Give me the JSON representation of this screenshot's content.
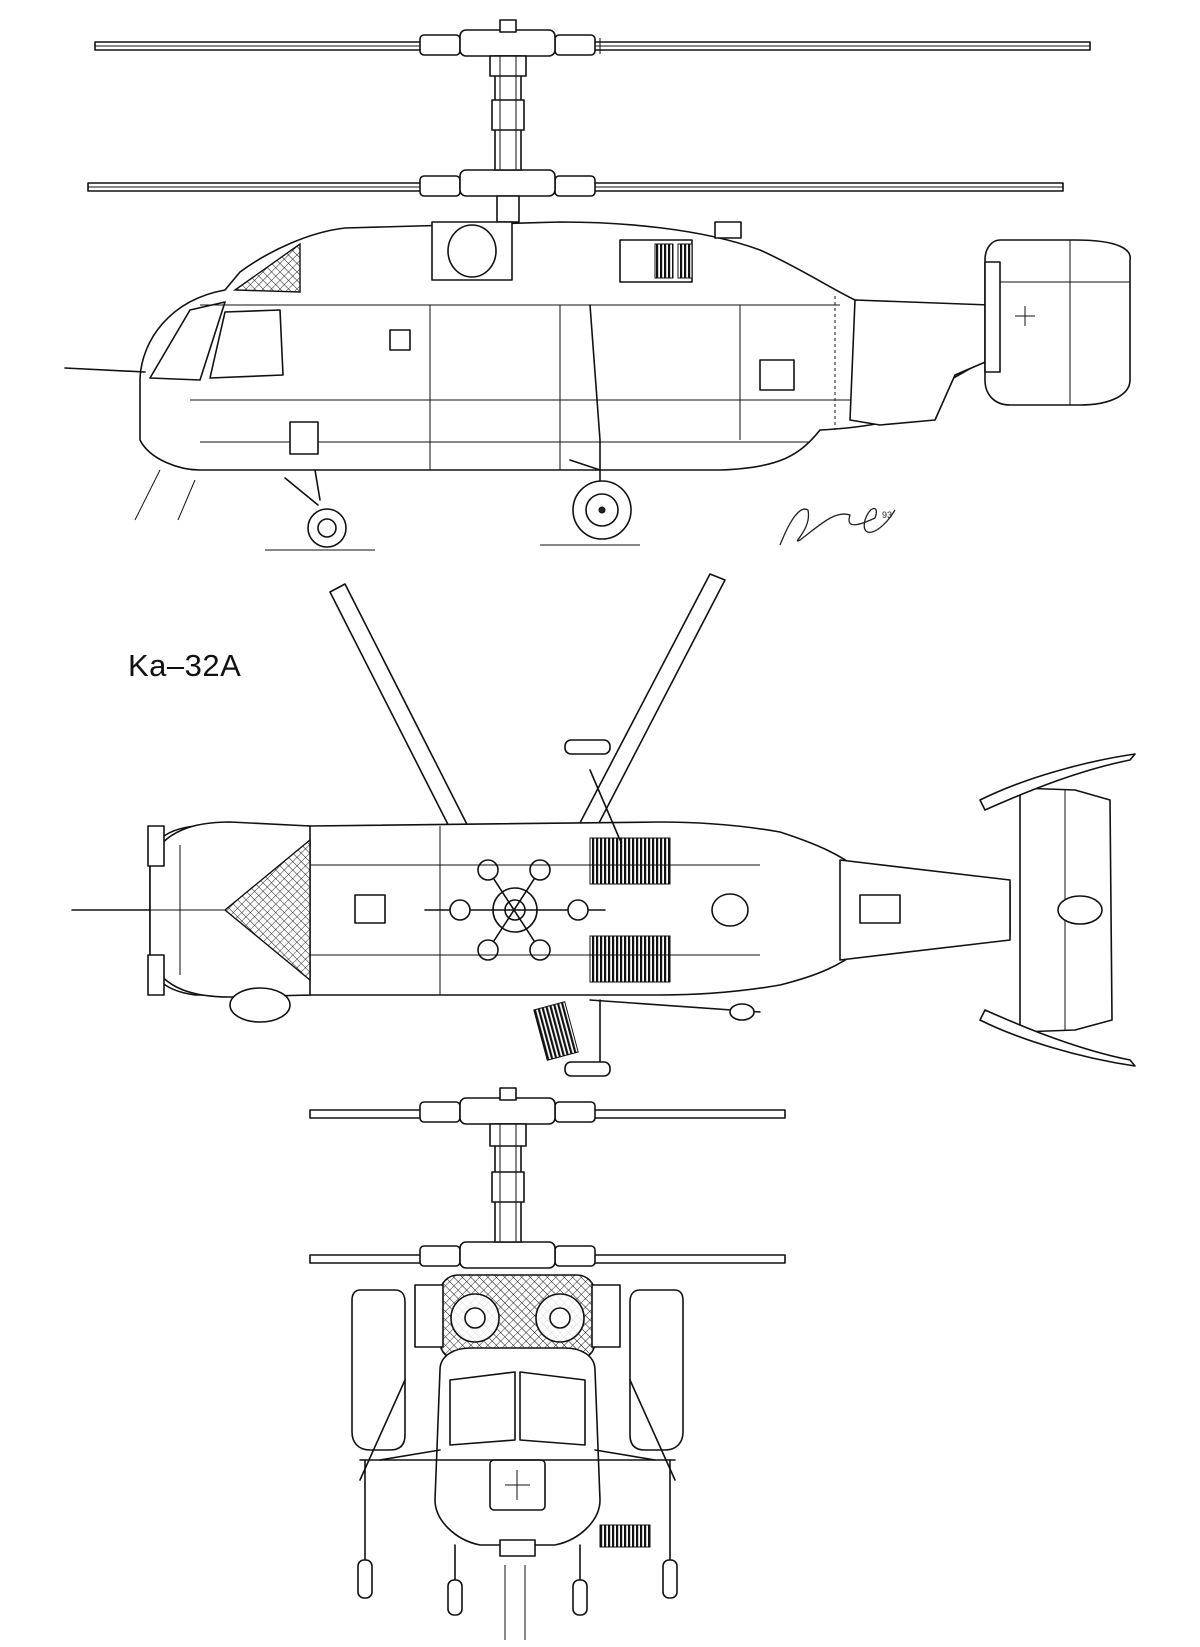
{
  "drawing": {
    "title": "Ka–32A",
    "signature_year": "93",
    "views": [
      "side-view",
      "top-view",
      "front-view"
    ],
    "ink_color": "#111111",
    "paper_color": "#ffffff"
  }
}
